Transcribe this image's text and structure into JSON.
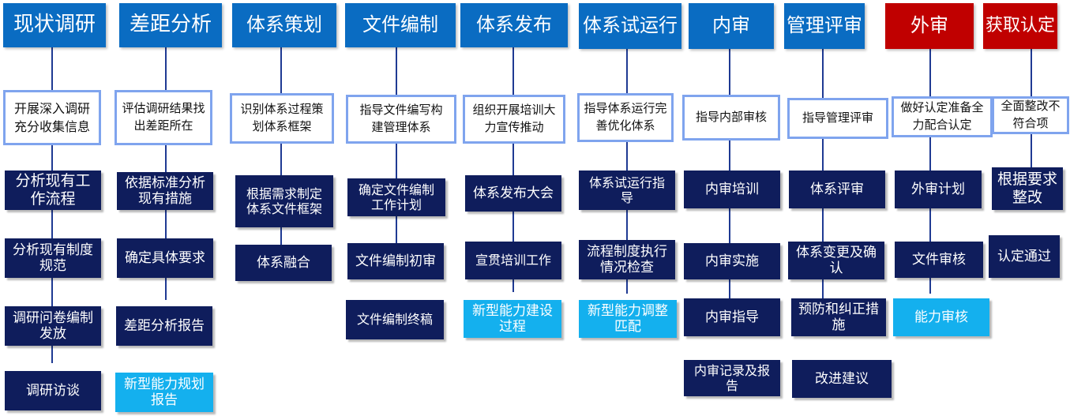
{
  "colors": {
    "header_blue": "#0a6cc2",
    "header_red": "#c00000",
    "box_dark": "#0f1d5c",
    "box_cyan": "#14b0ee",
    "desc_border": "#7fa4ee",
    "connector": "#1f3a93"
  },
  "columns": [
    {
      "title": "现状调研",
      "header_color": "blue",
      "desc": "开展深入调研充分收集信息",
      "items": [
        {
          "text": "分析现有工作流程",
          "style": "dark"
        },
        {
          "text": "分析现有制度规范",
          "style": "dark"
        },
        {
          "text": "调研问卷编制发放",
          "style": "dark"
        },
        {
          "text": "调研访谈",
          "style": "dark"
        }
      ]
    },
    {
      "title": "差距分析",
      "header_color": "blue",
      "desc": "评估调研结果找出差距所在",
      "items": [
        {
          "text": "依据标准分析现有措施",
          "style": "dark"
        },
        {
          "text": "确定具体要求",
          "style": "dark"
        },
        {
          "text": "差距分析报告",
          "style": "dark"
        },
        {
          "text": "新型能力规划报告",
          "style": "cyan"
        }
      ]
    },
    {
      "title": "体系策划",
      "header_color": "blue",
      "desc": "识别体系过程策划体系框架",
      "items": [
        {
          "text": "根据需求制定体系文件框架",
          "style": "dark"
        },
        {
          "text": "体系融合",
          "style": "dark"
        }
      ]
    },
    {
      "title": "文件编制",
      "header_color": "blue",
      "desc": "指导文件编写构建管理体系",
      "items": [
        {
          "text": "确定文件编制工作计划",
          "style": "dark"
        },
        {
          "text": "文件编制初审",
          "style": "dark"
        },
        {
          "text": "文件编制终稿",
          "style": "dark"
        }
      ]
    },
    {
      "title": "体系发布",
      "header_color": "blue",
      "desc": "组织开展培训大力宣传推动",
      "items": [
        {
          "text": "体系发布大会",
          "style": "dark"
        },
        {
          "text": "宣贯培训工作",
          "style": "dark"
        },
        {
          "text": "新型能力建设过程",
          "style": "cyan"
        }
      ]
    },
    {
      "title": "体系试运行",
      "header_color": "blue",
      "desc": "指导体系运行完善优化体系",
      "items": [
        {
          "text": "体系试运行指导",
          "style": "dark"
        },
        {
          "text": "流程制度执行情况检查",
          "style": "dark"
        },
        {
          "text": "新型能力调整匹配",
          "style": "cyan"
        }
      ]
    },
    {
      "title": "内审",
      "header_color": "blue",
      "desc": "指导内部审核",
      "items": [
        {
          "text": "内审培训",
          "style": "dark"
        },
        {
          "text": "内审实施",
          "style": "dark"
        },
        {
          "text": "内审指导",
          "style": "dark"
        },
        {
          "text": "内审记录及报告",
          "style": "dark"
        }
      ]
    },
    {
      "title": "管理评审",
      "header_color": "blue",
      "desc": "指导管理评审",
      "items": [
        {
          "text": "体系评审",
          "style": "dark"
        },
        {
          "text": "体系变更及确认",
          "style": "dark"
        },
        {
          "text": "预防和纠正措施",
          "style": "dark"
        },
        {
          "text": "改进建议",
          "style": "dark"
        }
      ]
    },
    {
      "title": "外审",
      "header_color": "red",
      "desc": "做好认定准备全力配合认定",
      "items": [
        {
          "text": "外审计划",
          "style": "dark"
        },
        {
          "text": "文件审核",
          "style": "dark"
        },
        {
          "text": "能力审核",
          "style": "cyan"
        }
      ]
    },
    {
      "title": "获取认定",
      "header_color": "red",
      "desc": "全面整改不符合项",
      "items": [
        {
          "text": "根据要求整改",
          "style": "dark"
        },
        {
          "text": "认定通过",
          "style": "dark"
        }
      ]
    }
  ]
}
